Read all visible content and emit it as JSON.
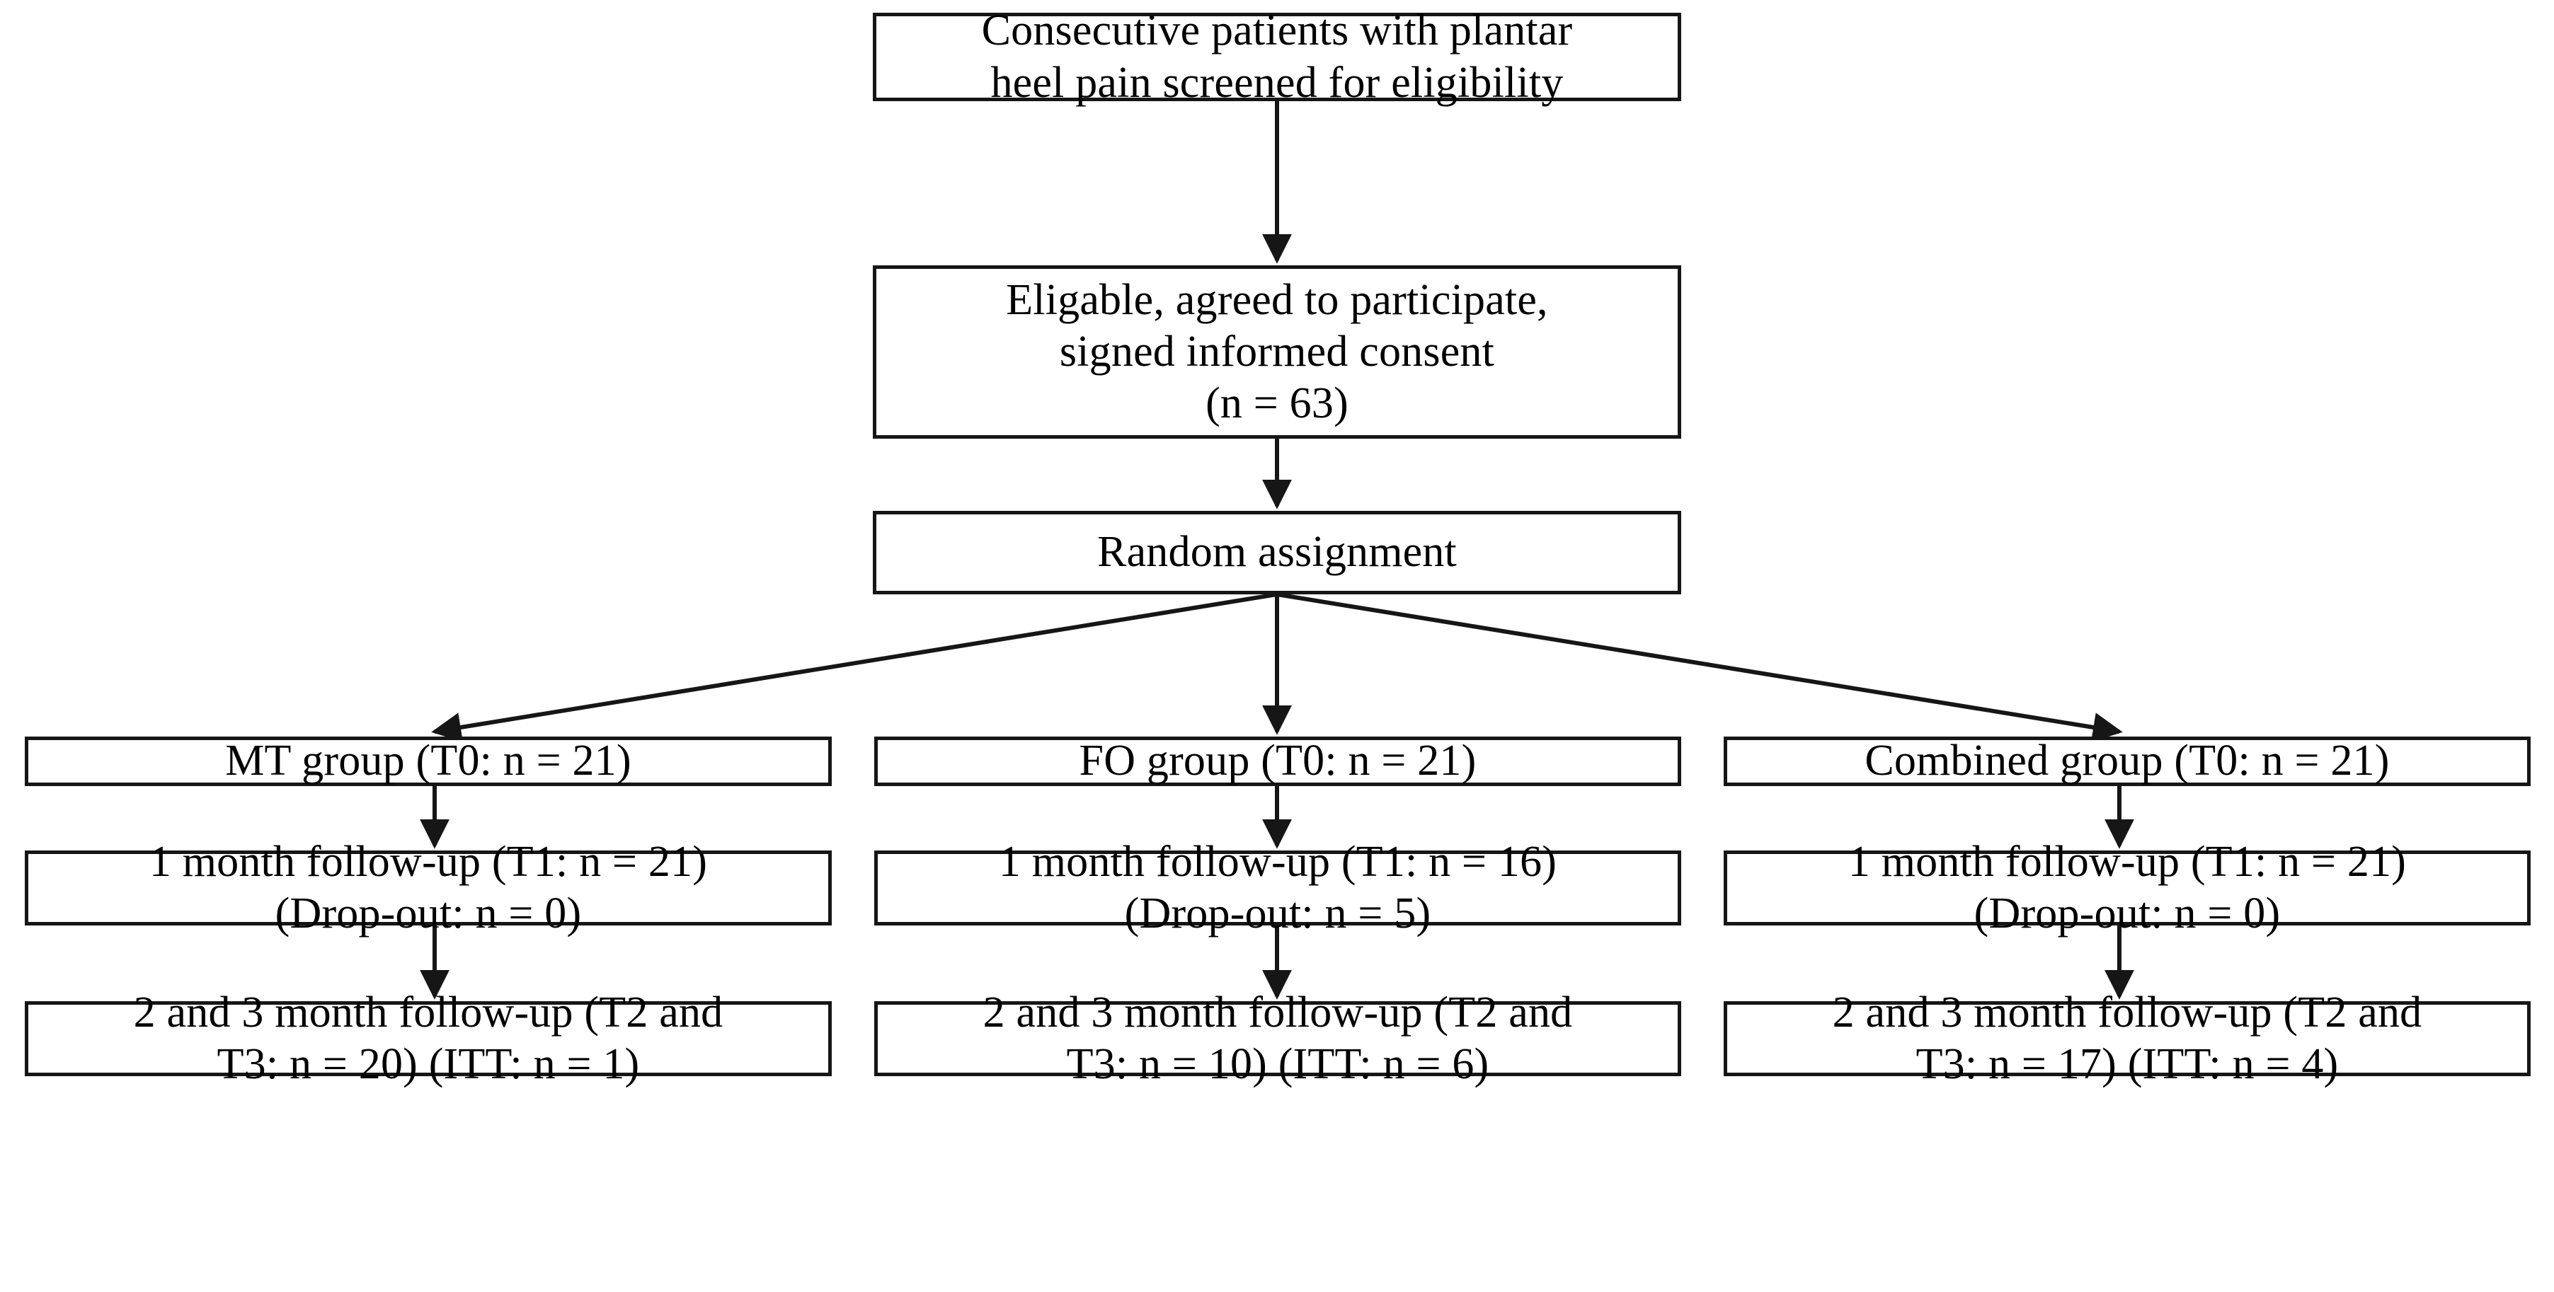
{
  "figure": {
    "type": "flowchart",
    "description": "CONSORT-style participant flow diagram for a plantar heel pain randomised trial",
    "orientation": "top-down",
    "colors": {
      "stroke": "#161616",
      "fill": "#ffffff",
      "text": "#000000"
    }
  },
  "nodes": {
    "screened": {
      "label": "Consecutive patients with plantar\nheel pain screened for eligibility"
    },
    "eligible": {
      "label": "Eligable, agreed to participate,\nsigned informed consent\n(n = 63)",
      "n": 63
    },
    "random": {
      "label": "Random assignment"
    },
    "groups": [
      {
        "id": "mt",
        "label": "MT group (T0: n = 21)",
        "n": 21
      },
      {
        "id": "fo",
        "label": "FO group (T0: n = 21)",
        "n": 21
      },
      {
        "id": "combined",
        "label": "Combined group (T0: n = 21)",
        "n": 21
      }
    ],
    "followup_t1": [
      {
        "id": "mt",
        "label": "1 month follow-up (T1: n = 21)\n(Drop-out: n = 0)",
        "n": 21,
        "dropout": 0
      },
      {
        "id": "fo",
        "label": "1 month follow-up (T1: n = 16)\n(Drop-out: n = 5)",
        "n": 16,
        "dropout": 5
      },
      {
        "id": "combined",
        "label": "1 month follow-up (T1: n = 21)\n(Drop-out: n = 0)",
        "n": 21,
        "dropout": 0
      }
    ],
    "followup_t23": [
      {
        "id": "mt",
        "label": "2 and 3 month follow-up (T2 and\nT3: n = 20) (ITT: n = 1)",
        "n": 20,
        "itt": 1
      },
      {
        "id": "fo",
        "label": "2 and 3 month follow-up (T2 and\nT3: n = 10) (ITT: n = 6)",
        "n": 10,
        "itt": 6
      },
      {
        "id": "combined",
        "label": "2 and 3 month follow-up (T2 and\nT3: n = 17) (ITT: n = 4)",
        "n": 17,
        "itt": 4
      }
    ]
  },
  "connectors": [
    {
      "name": "screened-to-eligible",
      "from": "screened",
      "to": "eligible",
      "style": "vertical-arrow"
    },
    {
      "name": "eligible-to-random",
      "from": "eligible",
      "to": "random",
      "style": "vertical-arrow"
    },
    {
      "name": "random-to-mt-group",
      "from": "random",
      "to": "mt-group",
      "style": "diagonal-arrow-left"
    },
    {
      "name": "random-to-fo-group",
      "from": "random",
      "to": "fo-group",
      "style": "vertical-arrow"
    },
    {
      "name": "random-to-combined-group",
      "from": "random",
      "to": "combined-group",
      "style": "diagonal-arrow-right"
    },
    {
      "name": "mt-group-to-mt-t1",
      "from": "mt-group",
      "to": "mt-t1",
      "style": "vertical-arrow"
    },
    {
      "name": "fo-group-to-fo-t1",
      "from": "fo-group",
      "to": "fo-t1",
      "style": "vertical-arrow"
    },
    {
      "name": "combined-group-to-combined-t1",
      "from": "combined-group",
      "to": "combined-t1",
      "style": "vertical-arrow"
    },
    {
      "name": "mt-t1-to-mt-t23",
      "from": "mt-t1",
      "to": "mt-t23",
      "style": "vertical-arrow"
    },
    {
      "name": "fo-t1-to-fo-t23",
      "from": "fo-t1",
      "to": "fo-t23",
      "style": "vertical-arrow"
    },
    {
      "name": "combined-t1-to-combined-t23",
      "from": "combined-t1",
      "to": "combined-t23",
      "style": "vertical-arrow"
    }
  ]
}
